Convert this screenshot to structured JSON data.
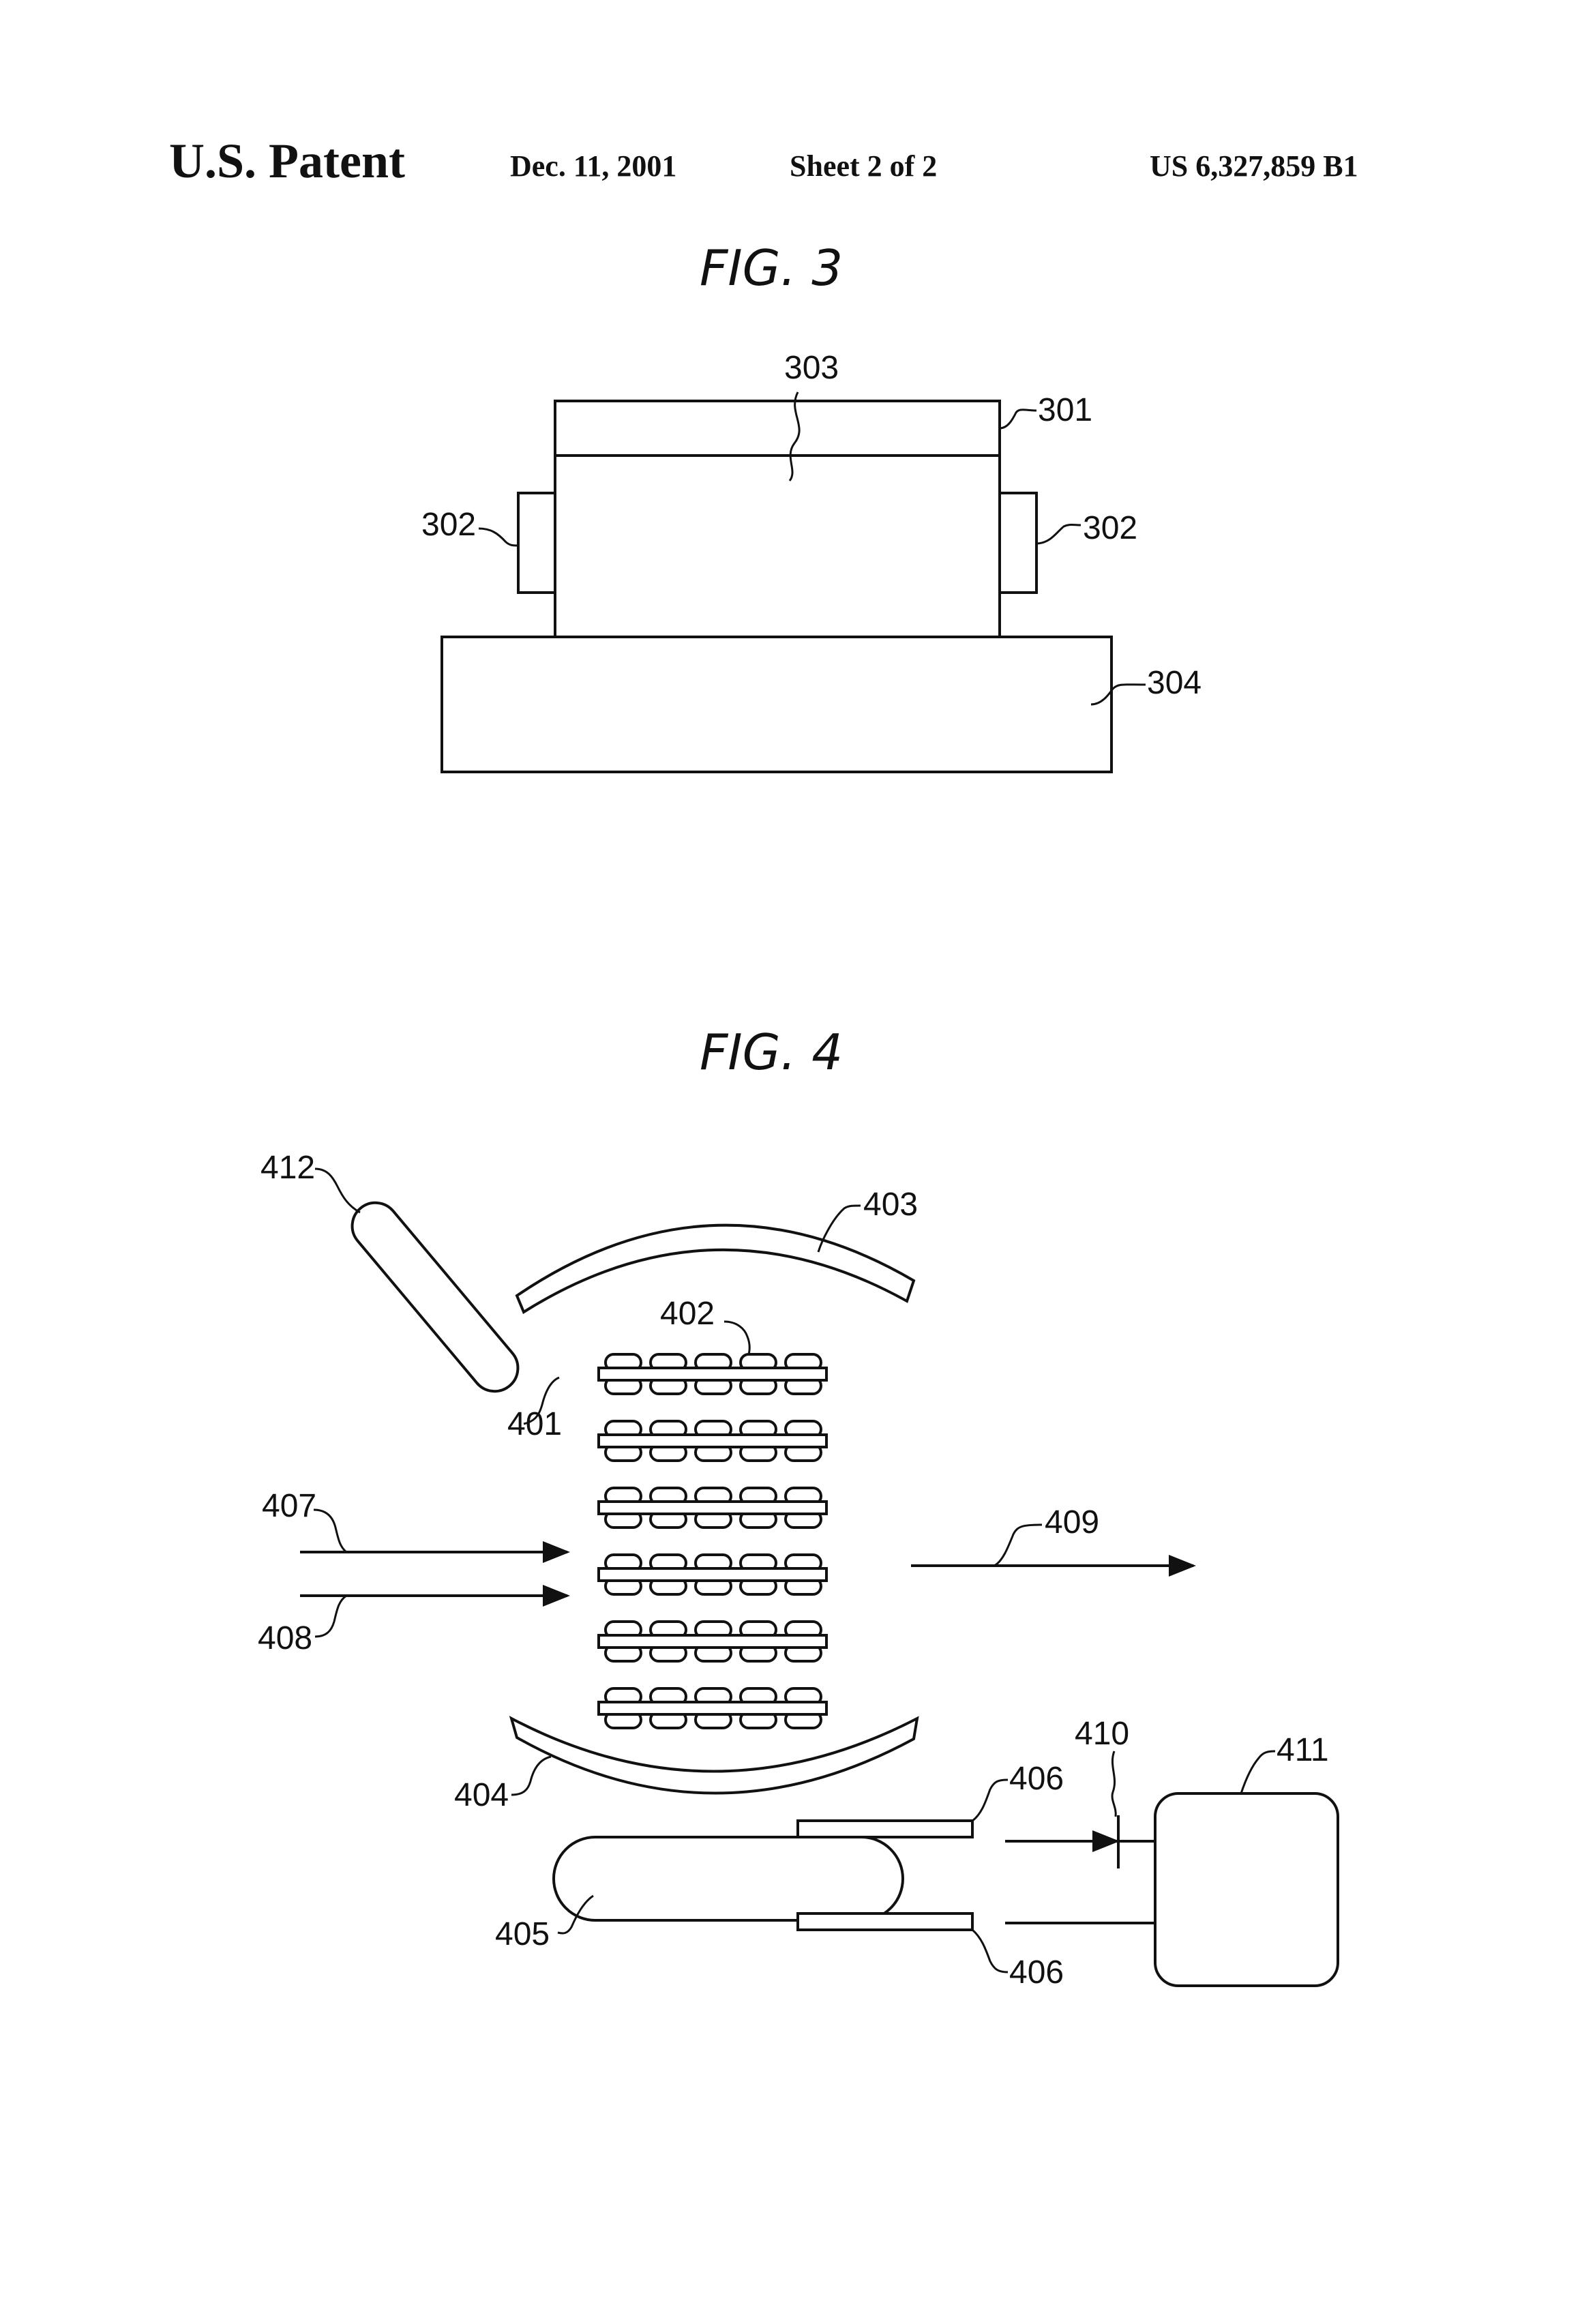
{
  "header": {
    "left": "U.S. Patent",
    "date": "Dec. 11, 2001",
    "sheet": "Sheet 2 of 2",
    "number": "US 6,327,859 B1"
  },
  "fig3": {
    "title": "FIG. 3",
    "labels": {
      "r301": "301",
      "r302_left": "302",
      "r302_right": "302",
      "r303": "303",
      "r304": "304"
    }
  },
  "fig4": {
    "title": "FIG. 4",
    "labels": {
      "r401": "401",
      "r402": "402",
      "r403": "403",
      "r404": "404",
      "r405": "405",
      "r406_top": "406",
      "r406_bottom": "406",
      "r407": "407",
      "r408": "408",
      "r409": "409",
      "r410": "410",
      "r411": "411",
      "r412": "412"
    }
  }
}
